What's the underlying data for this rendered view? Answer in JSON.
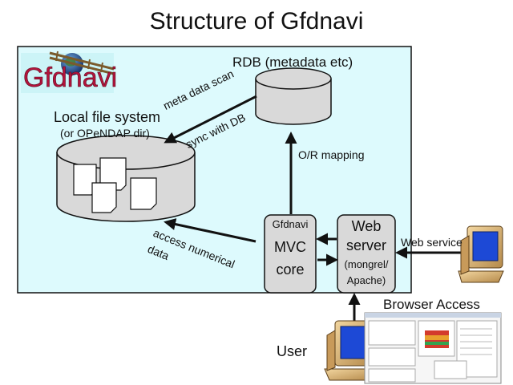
{
  "title": "Structure of Gfdnavi",
  "colors": {
    "panel": "#ddfafd",
    "box": "#d9d9d9",
    "border": "#111111",
    "logo_bg": "#ccf4f7",
    "logo_text": "#b3143c"
  },
  "logo": {
    "text": "Gfdnavi",
    "icon": "globe-railway-icon"
  },
  "rdb": {
    "label": "RDB (metadata etc)"
  },
  "fs": {
    "label": "Local file system",
    "sublabel": "(or OPeNDAP dir)"
  },
  "edges": {
    "scan": {
      "line1": "meta data scan",
      "line2": "sync with DB"
    },
    "or_mapping": "O/R mapping",
    "access": {
      "line1": "access numerical",
      "line2": "data"
    }
  },
  "mvc": {
    "lines": [
      "Gfdnavi",
      "MVC",
      "core"
    ]
  },
  "web": {
    "lines": [
      "Web",
      "server",
      "(mongrel/",
      "Apache)"
    ]
  },
  "clients": {
    "web_service": "Web service",
    "browser": "Browser Access",
    "user": "User"
  },
  "icons": [
    "computer-icon",
    "browser-screenshot-icon"
  ]
}
